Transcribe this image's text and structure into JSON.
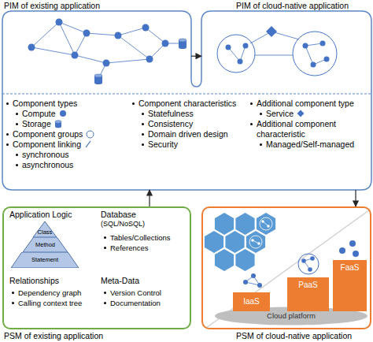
{
  "diagram": {
    "nodes": [
      {
        "text": [
          "PIM of existing application"
        ]
      },
      {
        "text": [
          "PIM of cloud-native application"
        ]
      },
      {
        "text": [
          "Component types",
          "Compute",
          "Storage",
          "Component groups",
          "Component linking",
          "synchronous",
          "asynchronous",
          "Component characteristics",
          "Statefulness",
          "Consistency",
          "Domain driven design",
          "Security",
          "Additional component type",
          "Service",
          "Additional component characteristic",
          "Managed/Self-managed"
        ]
      },
      {
        "text": [
          "PSM of existing application"
        ]
      },
      {
        "text": [
          "Class"
        ],
        "in": 3
      },
      {
        "text": [
          "Method"
        ],
        "in": 3
      },
      {
        "text": [
          "Statement"
        ],
        "in": 3
      },
      {
        "text": [
          "PSM of cloud-native application"
        ]
      },
      {
        "text": [
          "IaaS"
        ],
        "in": 7
      },
      {
        "text": [
          "PaaS"
        ],
        "in": 7
      },
      {
        "text": [
          "FaaS"
        ],
        "in": 7
      },
      {
        "text": [
          "Cloud platform"
        ],
        "in": 7
      }
    ],
    "edges": [
      {
        "from": 0,
        "to": 1,
        "arrow": "to"
      },
      {
        "from": 3,
        "to": 2,
        "arrow": "to"
      },
      {
        "from": 2,
        "to": 7,
        "arrow": "to"
      }
    ],
    "labels": [
      "Application Logic",
      "Database",
      "(SQL/NoSQL)",
      "Tables/Collections",
      "References",
      "Relationships",
      "Dependency graph",
      "Calling context tree",
      "Meta-Data",
      "Version Control",
      "Documentation"
    ]
  }
}
